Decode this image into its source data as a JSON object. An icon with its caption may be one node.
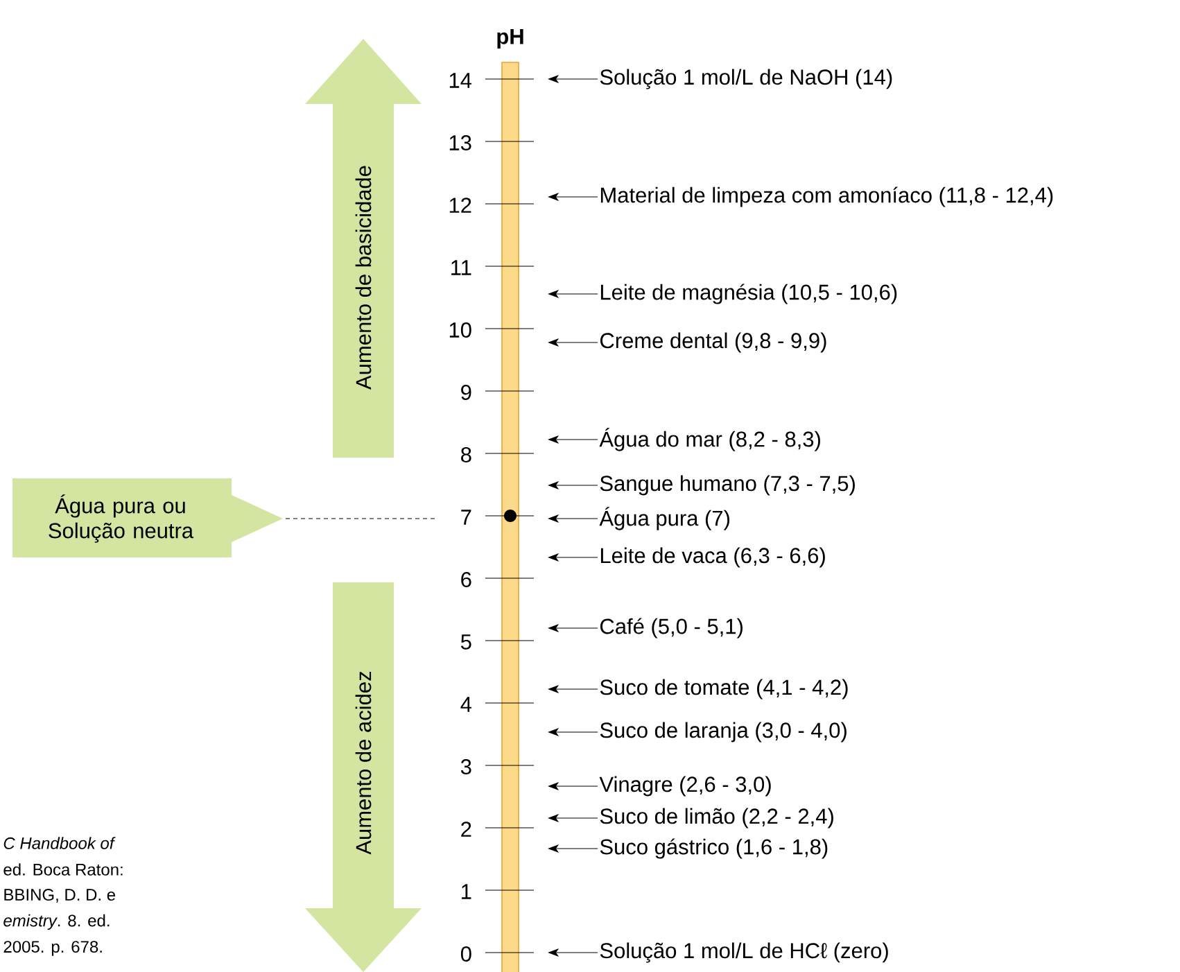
{
  "diagram": {
    "nodes": [
      {
        "text": [
          "Aumento de basicidade"
        ]
      },
      {
        "text": [
          "Aumento de acidez"
        ]
      },
      {
        "text": [
          "Água pura ou Solução neutra"
        ]
      },
      {
        "text": [
          "Solução 1 mol/L de NaOH (14)"
        ]
      },
      {
        "text": [
          "Material de limpeza com amoníaco (11,8 - 12,4)"
        ]
      },
      {
        "text": [
          "Leite de magnésia (10,5 - 10,6)"
        ]
      },
      {
        "text": [
          "Creme dental (9,8 - 9,9)"
        ]
      },
      {
        "text": [
          "Água do mar (8,2 - 8,3)"
        ]
      },
      {
        "text": [
          "Sangue humano (7,3 - 7,5)"
        ]
      },
      {
        "text": [
          "Água pura (7)"
        ]
      },
      {
        "text": [
          "Leite de vaca (6,3 - 6,6)"
        ]
      },
      {
        "text": [
          "Café (5,0 - 5,1)"
        ]
      },
      {
        "text": [
          "Suco de tomate (4,1 - 4,2)"
        ]
      },
      {
        "text": [
          "Suco de laranja (3,0 - 4,0)"
        ]
      },
      {
        "text": [
          "Vinagre (2,6 - 3,0)"
        ]
      },
      {
        "text": [
          "Suco de limão (2,2 - 2,4)"
        ]
      },
      {
        "text": [
          "Suco gástrico (1,6 - 1,8)"
        ]
      },
      {
        "text": [
          "Solução 1 mol/L de HCℓ (zero)"
        ]
      }
    ],
    "edges": [
      {
        "from": 2,
        "to": null,
        "arrow": "none",
        "style": "dashed"
      },
      {
        "from": 3,
        "to": null,
        "arrow": "to"
      },
      {
        "from": 4,
        "to": null,
        "arrow": "to"
      },
      {
        "from": 5,
        "to": null,
        "arrow": "to"
      },
      {
        "from": 6,
        "to": null,
        "arrow": "to"
      },
      {
        "from": 7,
        "to": null,
        "arrow": "to"
      },
      {
        "from": 8,
        "to": null,
        "arrow": "to"
      },
      {
        "from": 9,
        "to": null,
        "arrow": "to"
      },
      {
        "from": 10,
        "to": null,
        "arrow": "to"
      },
      {
        "from": 11,
        "to": null,
        "arrow": "to"
      },
      {
        "from": 12,
        "to": null,
        "arrow": "to"
      },
      {
        "from": 13,
        "to": null,
        "arrow": "to"
      },
      {
        "from": 14,
        "to": null,
        "arrow": "to"
      },
      {
        "from": 15,
        "to": null,
        "arrow": "to"
      },
      {
        "from": 16,
        "to": null,
        "arrow": "to"
      },
      {
        "from": 17,
        "to": null,
        "arrow": "to"
      }
    ],
    "labels": [
      "pH",
      "14",
      "13",
      "12",
      "11",
      "10",
      "9",
      "8",
      "7",
      "6",
      "5",
      "4",
      "3",
      "2",
      "1",
      "0",
      "C Handbook of",
      "ed. Boca Raton:",
      "BBING, D. D. e",
      "*emistry*. 8. ed.",
      "2005. p. 678."
    ]
  }
}
